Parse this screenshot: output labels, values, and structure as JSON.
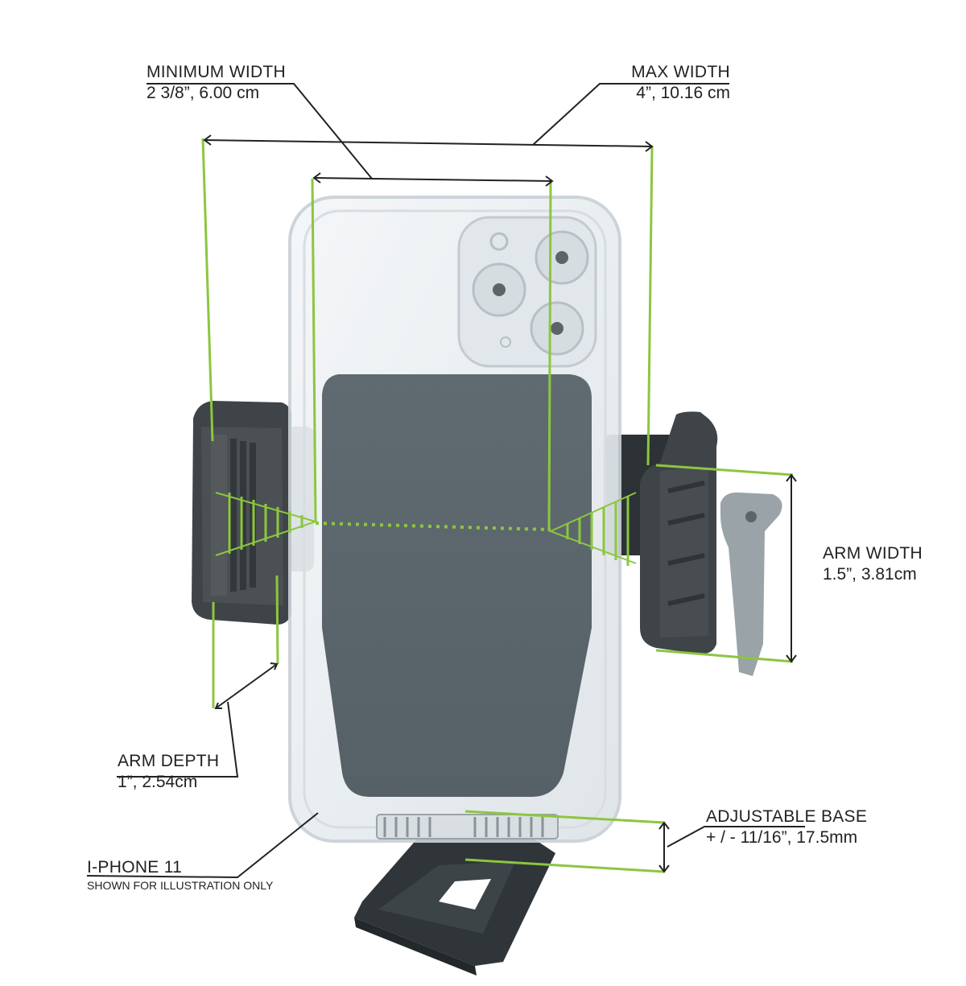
{
  "labels": {
    "min_width": {
      "title": "MINIMUM  WIDTH",
      "value": "2 3/8”, 6.00 cm"
    },
    "max_width": {
      "title": "MAX  WIDTH",
      "value": "4”, 10.16 cm"
    },
    "arm_width": {
      "title": "ARM WIDTH",
      "value": "1.5”,  3.81cm"
    },
    "arm_depth": {
      "title": "ARM DEPTH",
      "value": "1”,  2.54cm"
    },
    "adjustable_base": {
      "title": "ADJUSTABLE BASE",
      "value": "+ / - 11/16”, 17.5mm"
    },
    "phone": {
      "title": "I-PHONE 11",
      "note": "SHOWN FOR ILLUSTRATION ONLY"
    }
  },
  "colors": {
    "dimension_green": "#8cc63f",
    "leader_black": "#222222",
    "arm_dark": "#3f4448",
    "pad_gray": "#5e6a70",
    "phone_glass": "#e9eef1",
    "vent_clip": "#9aa3a8"
  }
}
